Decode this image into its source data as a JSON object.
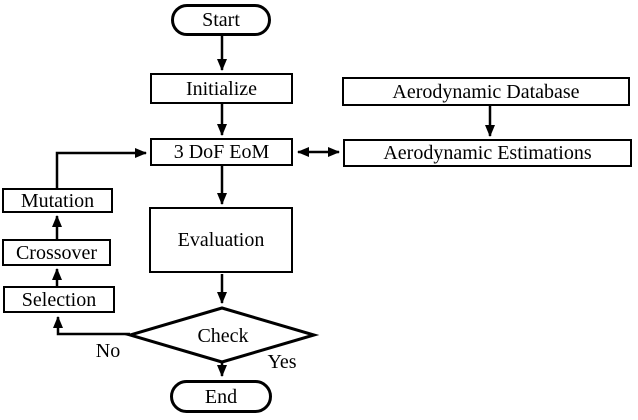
{
  "figure": {
    "background": "#ffffff",
    "stroke_color": "#000000",
    "node_fill": "#ffffff",
    "nodes": {
      "start": {
        "label": "Start",
        "shape": "stadium"
      },
      "initialize": {
        "label": "Initialize",
        "shape": "rect"
      },
      "aero_database": {
        "label": "Aerodynamic Database",
        "shape": "rect"
      },
      "dof_eom": {
        "label": "3 DoF EoM",
        "shape": "rect"
      },
      "aero_estimations": {
        "label": "Aerodynamic Estimations",
        "shape": "rect"
      },
      "mutation": {
        "label": "Mutation",
        "shape": "rect"
      },
      "crossover": {
        "label": "Crossover",
        "shape": "rect"
      },
      "selection": {
        "label": "Selection",
        "shape": "rect"
      },
      "evaluation": {
        "label": "Evaluation",
        "shape": "rect"
      },
      "check": {
        "label": "Check",
        "shape": "diamond"
      },
      "end": {
        "label": "End",
        "shape": "stadium"
      }
    },
    "edges": [
      {
        "from": "start",
        "to": "initialize",
        "arrow": "single"
      },
      {
        "from": "initialize",
        "to": "dof_eom",
        "arrow": "single"
      },
      {
        "from": "aero_database",
        "to": "aero_estimations",
        "arrow": "single"
      },
      {
        "from": "dof_eom",
        "to": "aero_estimations",
        "arrow": "double"
      },
      {
        "from": "dof_eom",
        "to": "evaluation",
        "arrow": "single"
      },
      {
        "from": "evaluation",
        "to": "check",
        "arrow": "single"
      },
      {
        "from": "check",
        "to": "end",
        "arrow": "single",
        "label": "Yes"
      },
      {
        "from": "check",
        "to": "selection",
        "arrow": "single",
        "label": "No"
      },
      {
        "from": "selection",
        "to": "crossover",
        "arrow": "single"
      },
      {
        "from": "crossover",
        "to": "mutation",
        "arrow": "single"
      },
      {
        "from": "mutation",
        "to": "dof_eom",
        "arrow": "single"
      }
    ]
  }
}
